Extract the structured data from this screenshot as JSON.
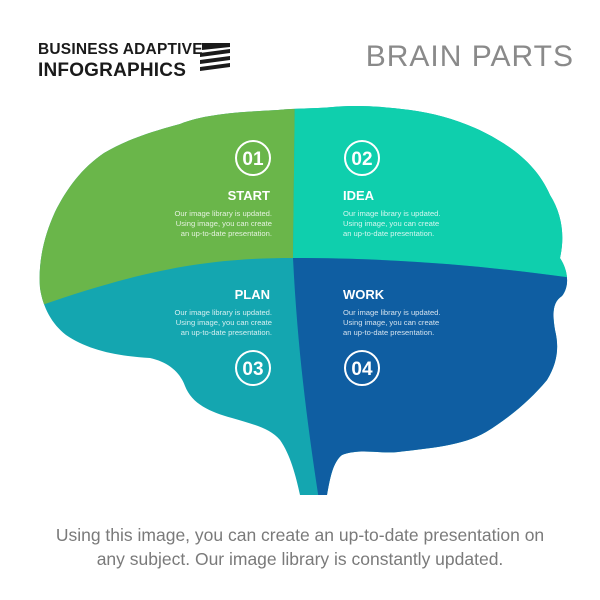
{
  "brand": {
    "line1": "BUSINESS ADAPTIVE",
    "line2": "INFOGRAPHICS"
  },
  "title": "BRAIN PARTS",
  "colors": {
    "green": "#6ab64a",
    "teal_light": "#0fcfad",
    "teal": "#14a6b0",
    "blue": "#0f5ea2"
  },
  "sections": [
    {
      "number": "01",
      "label": "START",
      "text": [
        "Our image library is updated.",
        "Using image, you can create",
        "an up-to-date presentation."
      ]
    },
    {
      "number": "02",
      "label": "IDEA",
      "text": [
        "Our image library is updated.",
        "Using image, you can create",
        "an up-to-date presentation."
      ]
    },
    {
      "number": "03",
      "label": "PLAN",
      "text": [
        "Our image library is updated.",
        "Using image, you can create",
        "an up-to-date presentation."
      ]
    },
    {
      "number": "04",
      "label": "WORK",
      "text": [
        "Our image library is updated.",
        "Using image, you can create",
        "an up-to-date presentation."
      ]
    }
  ],
  "footer": {
    "line1": "Using this image, you can create an up-to-date presentation on",
    "line2": "any subject. Our image library is constantly updated."
  }
}
